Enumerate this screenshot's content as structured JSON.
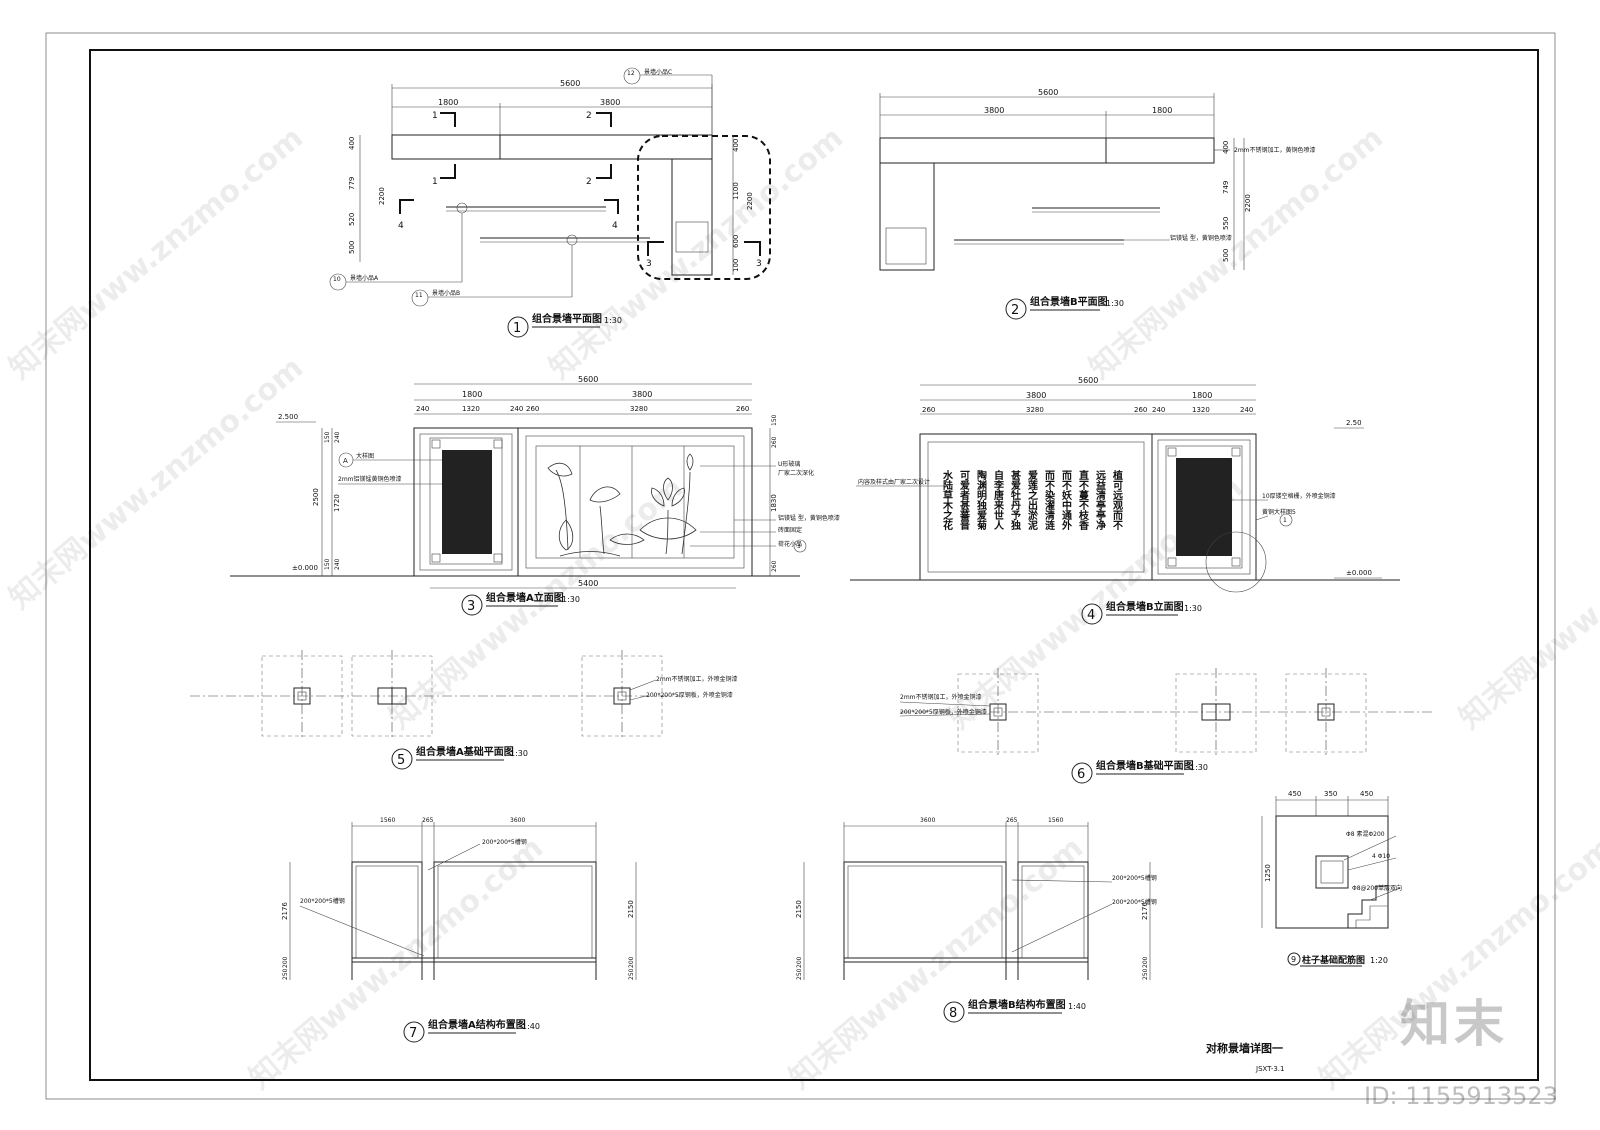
{
  "sheet": {
    "title": "对称景墙详图一",
    "code": "JSXT-3.1",
    "brand": "知末",
    "id_label": "ID: 1155913523",
    "watermark": "知末网www.znzmo.com"
  },
  "drawings": [
    {
      "no": "1",
      "title": "组合景墙平面图",
      "scale": "1:30"
    },
    {
      "no": "2",
      "title": "组合景墙B平面图",
      "scale": "1:30"
    },
    {
      "no": "3",
      "title": "组合景墙A立面图",
      "scale": "1:30"
    },
    {
      "no": "4",
      "title": "组合景墙B立面图",
      "scale": "1:30"
    },
    {
      "no": "5",
      "title": "组合景墙A基础平面图",
      "scale": "1:30"
    },
    {
      "no": "6",
      "title": "组合景墙B基础平面图",
      "scale": "1:30"
    },
    {
      "no": "7",
      "title": "组合景墙A结构布置图",
      "scale": "1:40"
    },
    {
      "no": "8",
      "title": "组合景墙B结构布置图",
      "scale": "1:40"
    },
    {
      "no": "9",
      "title": "柱子基础配筋图",
      "scale": "1:20"
    }
  ],
  "plan_a": {
    "dims_top": [
      "5600",
      "1800",
      "3800"
    ],
    "dims_left": [
      "400",
      "779",
      "520",
      "500",
      "2200"
    ],
    "dims_right": [
      "400",
      "1100",
      "2200",
      "600",
      "100"
    ],
    "sections": [
      "1",
      "1",
      "2",
      "2",
      "4",
      "4",
      "3",
      "3"
    ],
    "callouts": [
      {
        "no": "10",
        "text": "景墙小品A"
      },
      {
        "no": "11",
        "text": "景墙小品B"
      },
      {
        "no": "12",
        "text": "景墙小品C"
      }
    ]
  },
  "plan_b": {
    "dims_top": [
      "5600",
      "3800",
      "1800"
    ],
    "dims_right": [
      "400",
      "749",
      "550",
      "500",
      "2200"
    ],
    "notes": [
      "2mm不锈钢加工，黄铜色喷漆",
      "铝镁锰 型，黄铜色喷漆"
    ]
  },
  "elev_a": {
    "dims_top": [
      "5600",
      "1800",
      "3800"
    ],
    "dims_sub": [
      "240",
      "1320",
      "240",
      "260",
      "3280",
      "260"
    ],
    "dims_left": [
      "2500",
      "150",
      "240",
      "1720",
      "240",
      "150"
    ],
    "dims_right": [
      "150",
      "260",
      "1830",
      "260"
    ],
    "dim_bottom": "5400",
    "level_top": "2.500",
    "level_ground": "±0.000",
    "notes_left": [
      "大样图",
      "2mm铝镁锰黄铜色喷漆"
    ],
    "notes_right": [
      "U形玻璃",
      "厂家二次深化",
      "铝镁锰 型，黄铜色喷漆",
      "砖面固定",
      "荷花小品"
    ],
    "callout_a": "A",
    "callout_3": "3"
  },
  "elev_b": {
    "dims_top": [
      "5600",
      "3800",
      "1800"
    ],
    "dims_sub": [
      "260",
      "3280",
      "260",
      "240",
      "1320",
      "240"
    ],
    "level_top": "2.50",
    "level_ground": "±0.000",
    "note_left": "内容及样式由厂家二次设计",
    "notes_right": [
      "10厚镂空格栅，外喷金铜漆",
      "黄铜大样图5"
    ],
    "callout_1": "1",
    "poem_columns": [
      "水陆草木之花",
      "可爱者甚蕃晋",
      "陶渊明独爱菊",
      "自李唐来世人",
      "甚爱牡丹予独",
      "爱莲之出淤泥",
      "而不染濯清涟",
      "而不妖中通外",
      "直不蔓不枝香",
      "远益清亭亭净",
      "植可远观而不"
    ]
  },
  "found_a": {
    "notes": [
      "2mm不锈钢加工，外喷金铜漆",
      "200*200*5厚钢板，外喷金铜漆"
    ]
  },
  "found_b": {
    "notes": [
      "2mm不锈钢加工，外喷金铜漆",
      "200*200*5厚钢板，外喷金铜漆"
    ]
  },
  "struct_a": {
    "dims_top": [
      "1560",
      "265",
      "3600"
    ],
    "dims_left": [
      "2176",
      "200",
      "250"
    ],
    "dims_right": [
      "2150",
      "200",
      "250"
    ],
    "notes": [
      "200*200*5槽钢",
      "200*200*5槽钢"
    ]
  },
  "struct_b": {
    "dims_top": [
      "3600",
      "265",
      "1560"
    ],
    "dims_left": [
      "2150",
      "200",
      "250"
    ],
    "dims_right": [
      "2176",
      "200",
      "250"
    ],
    "notes": [
      "200*200*5槽钢",
      "200*200*5槽钢"
    ]
  },
  "footing": {
    "dims_top": [
      "450",
      "350",
      "450"
    ],
    "dim_left": "1250",
    "notes": [
      "Φ8 素混Φ200",
      "4 Φ10",
      "Φ8@200单层双向"
    ]
  }
}
